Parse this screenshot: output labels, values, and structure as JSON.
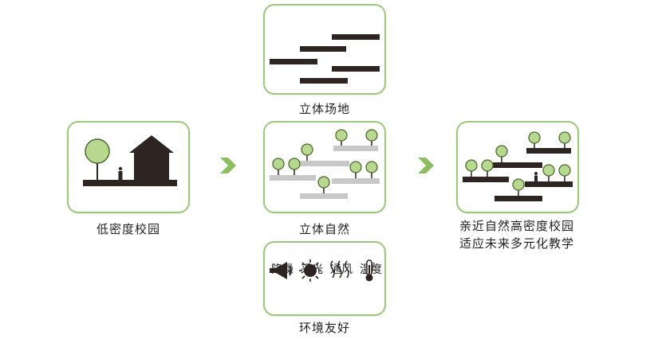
{
  "colors": {
    "panel_border": "#9cc979",
    "tree_fill": "#b6d98f",
    "tree_stroke": "#4e6a2e",
    "dark": "#2e2421",
    "light_bar": "#c8c8c8",
    "arrow": "#8dbf5f"
  },
  "panels": {
    "low_density": {
      "caption": "低密度校园"
    },
    "vertical_site": {
      "caption": "立体场地"
    },
    "vertical_nature": {
      "caption": "立体自然"
    },
    "environment": {
      "caption": "环境友好",
      "factors": [
        {
          "label": "降噪",
          "icon": "megaphone-icon"
        },
        {
          "label": "采光",
          "icon": "sun-icon"
        },
        {
          "label": "通风",
          "icon": "wind-icon"
        },
        {
          "label": "温度",
          "icon": "thermometer-icon"
        }
      ]
    },
    "result": {
      "caption_line1": "亲近自然高密度校园",
      "caption_line2": "适应未来多元化教学"
    }
  },
  "arrows": [
    "chevron-right-icon",
    "chevron-right-icon"
  ]
}
